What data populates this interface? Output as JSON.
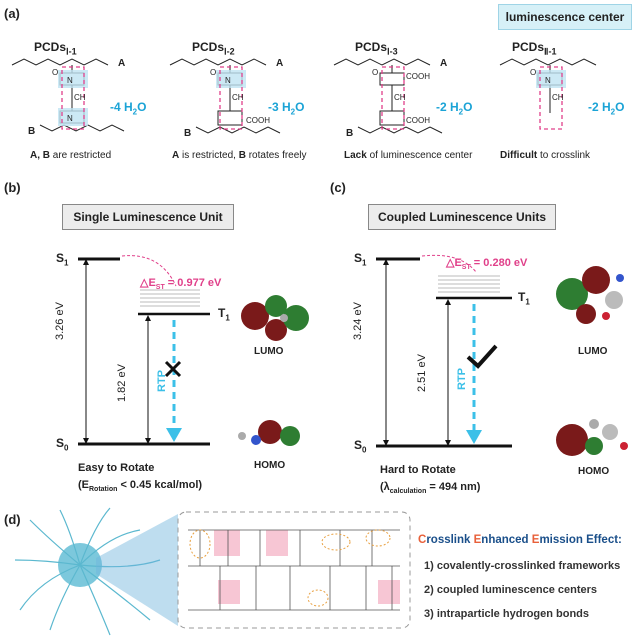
{
  "badge": "luminescence center",
  "panel_a": {
    "label": "(a)",
    "items": [
      {
        "name": "PCDs",
        "sub": "Ⅰ-1",
        "water": "-4 H",
        "water_sub": "2",
        "water_tail": "O",
        "end_a": "A",
        "end_b": "B",
        "caption_b1": "A, B",
        "caption_t1": " are restricted",
        "caption_b2": "",
        "caption_t2": ""
      },
      {
        "name": "PCDs",
        "sub": "Ⅰ-2",
        "water": "-3 H",
        "water_sub": "2",
        "water_tail": "O",
        "end_a": "A",
        "end_b": "B",
        "caption_b1": "A",
        "caption_t1": " is restricted, ",
        "caption_b2": "B",
        "caption_t2": " rotates freely"
      },
      {
        "name": "PCDs",
        "sub": "Ⅰ-3",
        "water": "-2 H",
        "water_sub": "2",
        "water_tail": "O",
        "end_a": "A",
        "end_b": "B",
        "caption_b1": "Lack",
        "caption_t1": " of luminescence center",
        "caption_b2": "",
        "caption_t2": ""
      },
      {
        "name": "PCDs",
        "sub": "Ⅱ-1",
        "water": "-2 H",
        "water_sub": "2",
        "water_tail": "O",
        "end_a": "",
        "end_b": "",
        "caption_b1": "Difficult",
        "caption_t1": " to crosslink",
        "caption_b2": "",
        "caption_t2": ""
      }
    ],
    "atom_o": "O",
    "atom_n": "N",
    "atom_ch2": "CH",
    "cooh": "COOH"
  },
  "panel_b": {
    "label": "(b)",
    "title": "Single Luminescence Unit",
    "s1": "S",
    "s1_sub": "1",
    "t1": "T",
    "t1_sub": "1",
    "s0": "S",
    "s0_sub": "0",
    "gap_s1": "3.26 eV",
    "gap_t1": "1.82 eV",
    "delta": "△E",
    "delta_sub": "ST",
    "delta_val": " = 0.977 eV",
    "rtp": "RTP",
    "lumo": "LUMO",
    "homo": "HOMO",
    "rot_title": "Easy to Rotate",
    "rot_line_a": "(E",
    "rot_line_sub": "Rotation",
    "rot_line_b": " < 0.45 kcal/mol)",
    "blocked_icon": "cross"
  },
  "panel_c": {
    "label": "(c)",
    "title": "Coupled Luminescence Units",
    "s1": "S",
    "s1_sub": "1",
    "t1": "T",
    "t1_sub": "1",
    "s0": "S",
    "s0_sub": "0",
    "gap_s1": "3.24 eV",
    "gap_t1": "2.51 eV",
    "delta": "△E",
    "delta_sub": "ST",
    "delta_val": " = 0.280 eV",
    "rtp": "RTP",
    "lumo": "LUMO",
    "homo": "HOMO",
    "rot_title": "Hard to Rotate",
    "rot_line_a": "(λ",
    "rot_line_sub": "calculation",
    "rot_line_b": " = 494 nm)",
    "allowed_icon": "check"
  },
  "panel_d": {
    "label": "(d)",
    "cee_c": "C",
    "cee_c_rest": "rosslink ",
    "cee_e1": "E",
    "cee_e1_rest": "nhanced ",
    "cee_e2": "E",
    "cee_e2_rest": "mission Effect:",
    "effects": [
      "1) covalently-crosslinked frameworks",
      "2) coupled luminescence centers",
      "3) intraparticle hydrogen bonds"
    ]
  },
  "colors": {
    "accent_blue": "#1aa3d6",
    "accent_pink": "#e0408a",
    "badge_bg": "#d6f0f7",
    "highlight_blue": "#bfe3f2",
    "highlight_pink": "#f7c6d4",
    "title_blue": "#1a4f8a",
    "title_orange": "#e8603a"
  }
}
